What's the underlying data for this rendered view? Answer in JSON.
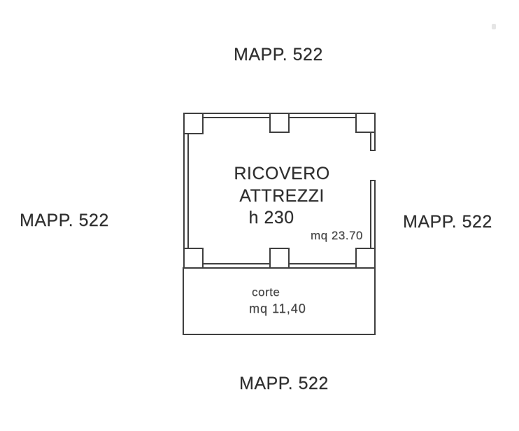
{
  "artwork": {
    "background": "#ffffff",
    "ink_color": "#3f3f3f",
    "text_color": "#2e2e2e"
  },
  "parcel_labels": {
    "top": "MAPP. 522",
    "left": "MAPP. 522",
    "right": "MAPP. 522",
    "bottom": "MAPP. 522"
  },
  "room": {
    "label_line1": "RICOVERO",
    "label_line2": "ATTREZZI",
    "height": "h 230",
    "area": "mq 23.70"
  },
  "courtyard": {
    "label": "corte",
    "area": "mq 11,40"
  }
}
